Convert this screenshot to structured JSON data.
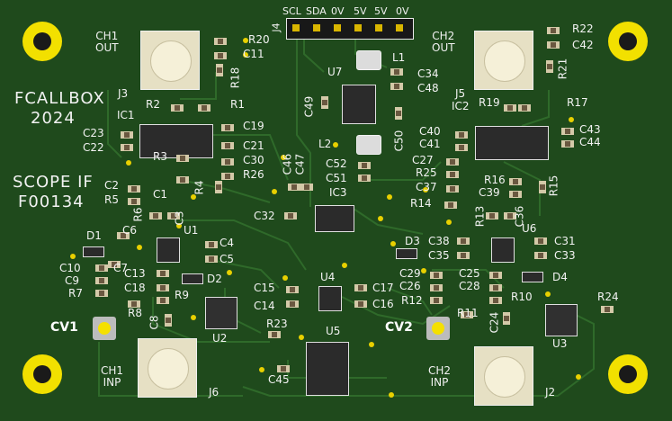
{
  "board": {
    "project": "FCALLBOX",
    "year": "2024",
    "subtitle": "SCOPE IF",
    "code": "F00134",
    "colors": {
      "substrate": "#1f4a1c",
      "silkscreen": "#f2f2f2",
      "copper": "#e8d000"
    }
  },
  "header": {
    "ref": "J4",
    "pins": [
      "SCL",
      "SDA",
      "0V",
      "5V",
      "5V",
      "0V"
    ]
  },
  "ports": {
    "ch1_out": [
      "CH1",
      "OUT"
    ],
    "ch2_out": [
      "CH2",
      "OUT"
    ],
    "ch1_inp": [
      "CH1",
      "INP"
    ],
    "ch2_inp": [
      "CH2",
      "INP"
    ]
  },
  "controls": {
    "cv1": "CV1",
    "cv2": "CV2"
  },
  "refs": {
    "j3": "J3",
    "j5": "J5",
    "j6": "J6",
    "j2": "J2",
    "ic1": "IC1",
    "ic2": "IC2",
    "ic3": "IC3",
    "u1": "U1",
    "u2": "U2",
    "u3": "U3",
    "u4": "U4",
    "u5": "U5",
    "u6": "U6",
    "u7": "U7",
    "d1": "D1",
    "d2": "D2",
    "d3": "D3",
    "d4": "D4",
    "l1": "L1",
    "l2": "L2",
    "r1": "R1",
    "r2": "R2",
    "r3": "R3",
    "r4": "R4",
    "r5": "R5",
    "r6": "R6",
    "r7": "R7",
    "r8": "R8",
    "r9": "R9",
    "r10": "R10",
    "r11": "R11",
    "r12": "R12",
    "r13": "R13",
    "r14": "R14",
    "r15": "R15",
    "r16": "R16",
    "r17": "R17",
    "r18": "R18",
    "r19": "R19",
    "r20": "R20",
    "r21": "R21",
    "r22": "R22",
    "r23": "R23",
    "r24": "R24",
    "r25": "R25",
    "r26": "R26",
    "c1": "C1",
    "c2": "C2",
    "c3": "C3",
    "c4": "C4",
    "c5": "C5",
    "c6": "C6",
    "c7": "C7",
    "c8": "C8",
    "c9": "C9",
    "c10": "C10",
    "c11": "C11",
    "c13": "C13",
    "c14": "C14",
    "c15": "C15",
    "c16": "C16",
    "c17": "C17",
    "c18": "C18",
    "c19": "C19",
    "c21": "C21",
    "c22": "C22",
    "c23": "C23",
    "c24": "C24",
    "c25": "C25",
    "c26": "C26",
    "c27": "C27",
    "c28": "C28",
    "c29": "C29",
    "c30": "C30",
    "c31": "C31",
    "c32": "C32",
    "c33": "C33",
    "c34": "C34",
    "c35": "C35",
    "c36": "C36",
    "c37": "C37",
    "c38": "C38",
    "c39": "C39",
    "c40": "C40",
    "c41": "C41",
    "c42": "C42",
    "c43": "C43",
    "c44": "C44",
    "c45": "C45",
    "c46": "C46",
    "c47": "C47",
    "c48": "C48",
    "c49": "C49",
    "c50": "C50",
    "c51": "C51",
    "c52": "C52"
  }
}
